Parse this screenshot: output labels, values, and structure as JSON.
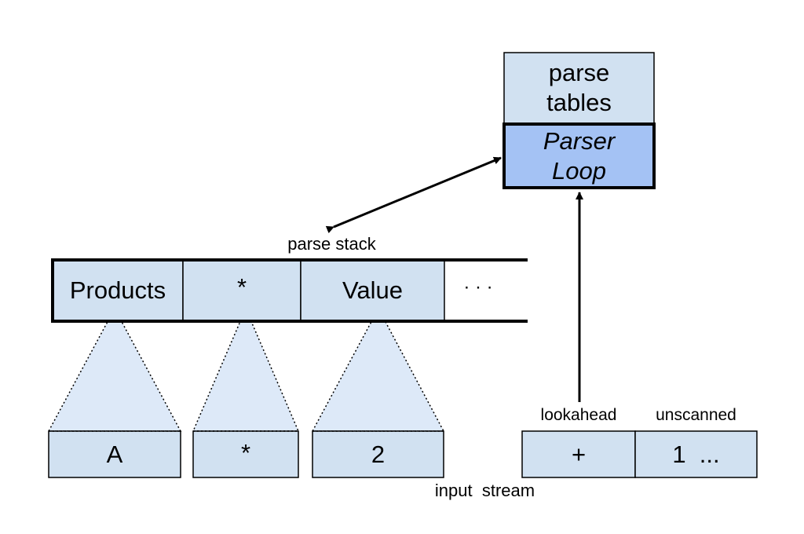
{
  "parser": {
    "tables_line1": "parse",
    "tables_line2": "tables",
    "loop_line1": "Parser",
    "loop_line2": "Loop"
  },
  "stack": {
    "label": "parse stack",
    "cells": [
      "Products",
      "*",
      "Value",
      "· · ·"
    ]
  },
  "leaves": [
    "A",
    "*",
    "2"
  ],
  "input": {
    "label": "input  stream",
    "lookahead_label": "lookahead",
    "unscanned_label": "unscanned",
    "lookahead_value": "+",
    "unscanned_value": "1  ..."
  },
  "colors": {
    "cell_fill": "#d1e1f1",
    "loop_fill": "#a4c2f4",
    "triangle_fill": "#dde9f8",
    "stroke": "#000000"
  }
}
